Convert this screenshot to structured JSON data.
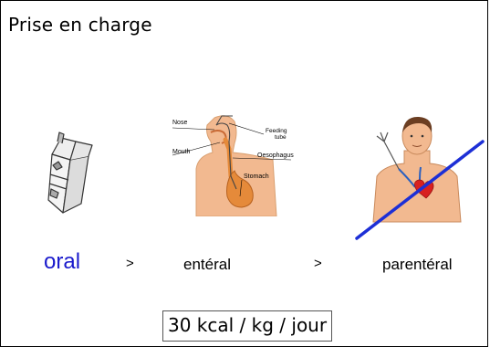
{
  "slide": {
    "title": "Prise en charge",
    "routes": {
      "oral": "oral",
      "sep1": ">",
      "enteral": "entéral",
      "sep2": ">",
      "parenteral": "parentéral"
    },
    "diagram_labels": {
      "nose": "Nose",
      "mouth": "Mouth",
      "feeding": "Feeding",
      "tube": "tube",
      "oesophagus": "Oesophagus",
      "stomach": "Stomach"
    },
    "formula": "30 kcal / kg / jour"
  },
  "colors": {
    "oral": "#1a1acc",
    "cross": "#1d2fd6",
    "skin": "#f2b990",
    "organ": "#e58a3a",
    "heart": "#d82020"
  },
  "icons": {
    "oral": "drink-carton-icon",
    "enteral": "feeding-tube-anatomy-icon",
    "parenteral": "iv-catheter-torso-icon",
    "cross": "strike-line-icon"
  }
}
